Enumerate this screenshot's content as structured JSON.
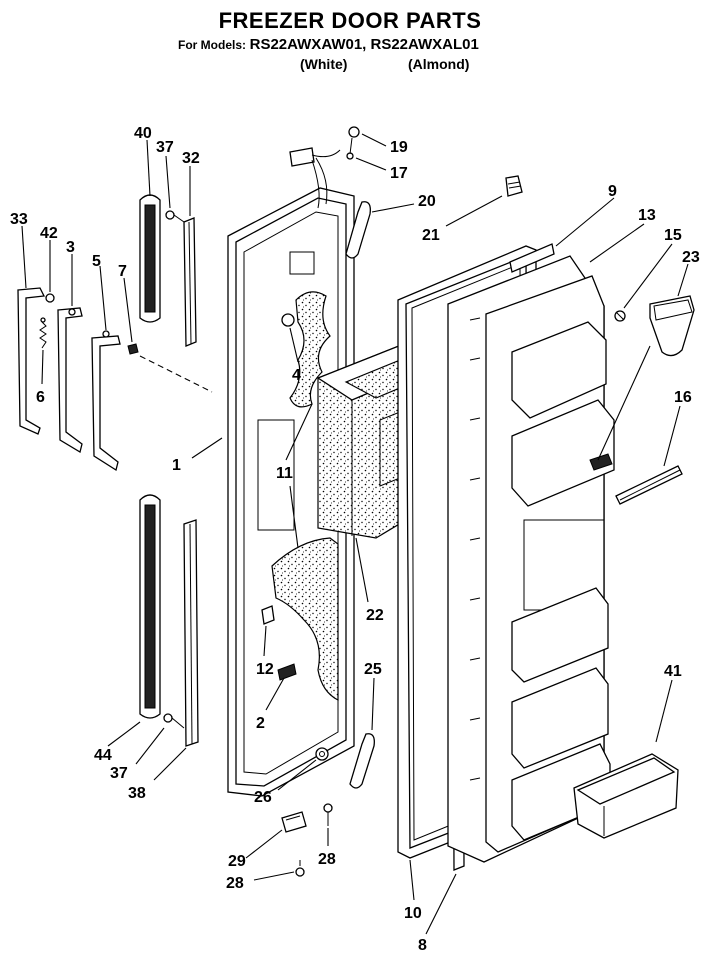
{
  "header": {
    "title": "FREEZER DOOR PARTS",
    "models_prefix": "For Models:",
    "models": "RS22AWXAW01, RS22AWXAL01",
    "color_white": "(White)",
    "color_almond": "(Almond)"
  },
  "callouts": {
    "c1": "1",
    "c2": "2",
    "c3": "3",
    "c4": "4",
    "c5": "5",
    "c6": "6",
    "c7": "7",
    "c8": "8",
    "c9": "9",
    "c10": "10",
    "c11": "11",
    "c12": "12",
    "c13": "13",
    "c15": "15",
    "c16": "16",
    "c17": "17",
    "c19": "19",
    "c20": "20",
    "c21": "21",
    "c22": "22",
    "c23": "23",
    "c25": "25",
    "c26": "26",
    "c28a": "28",
    "c28b": "28",
    "c29": "29",
    "c32": "32",
    "c33": "33",
    "c37a": "37",
    "c37b": "37",
    "c38": "38",
    "c40": "40",
    "c41": "41",
    "c42": "42",
    "c44": "44"
  }
}
